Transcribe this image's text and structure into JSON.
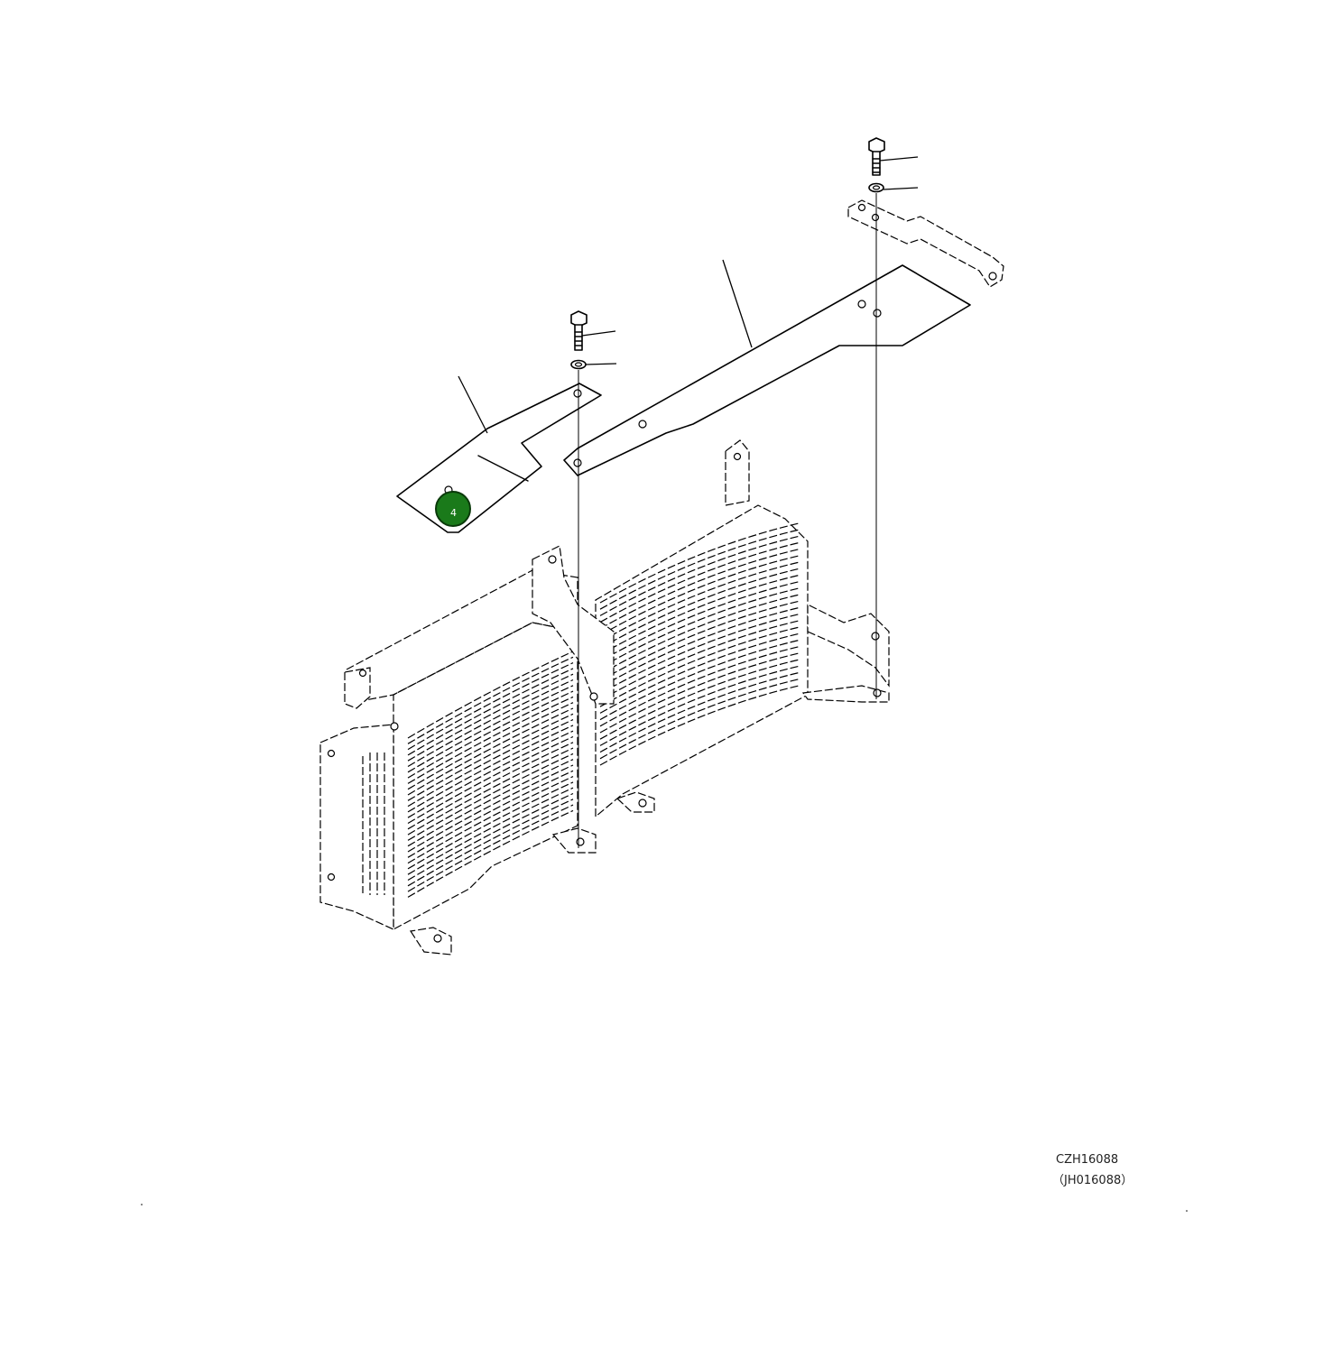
{
  "drawing": {
    "code_primary": "CZH16088",
    "code_secondary": "（JH016088）"
  },
  "callouts": [
    {
      "label": "4",
      "color": "#1a7a1a"
    }
  ]
}
